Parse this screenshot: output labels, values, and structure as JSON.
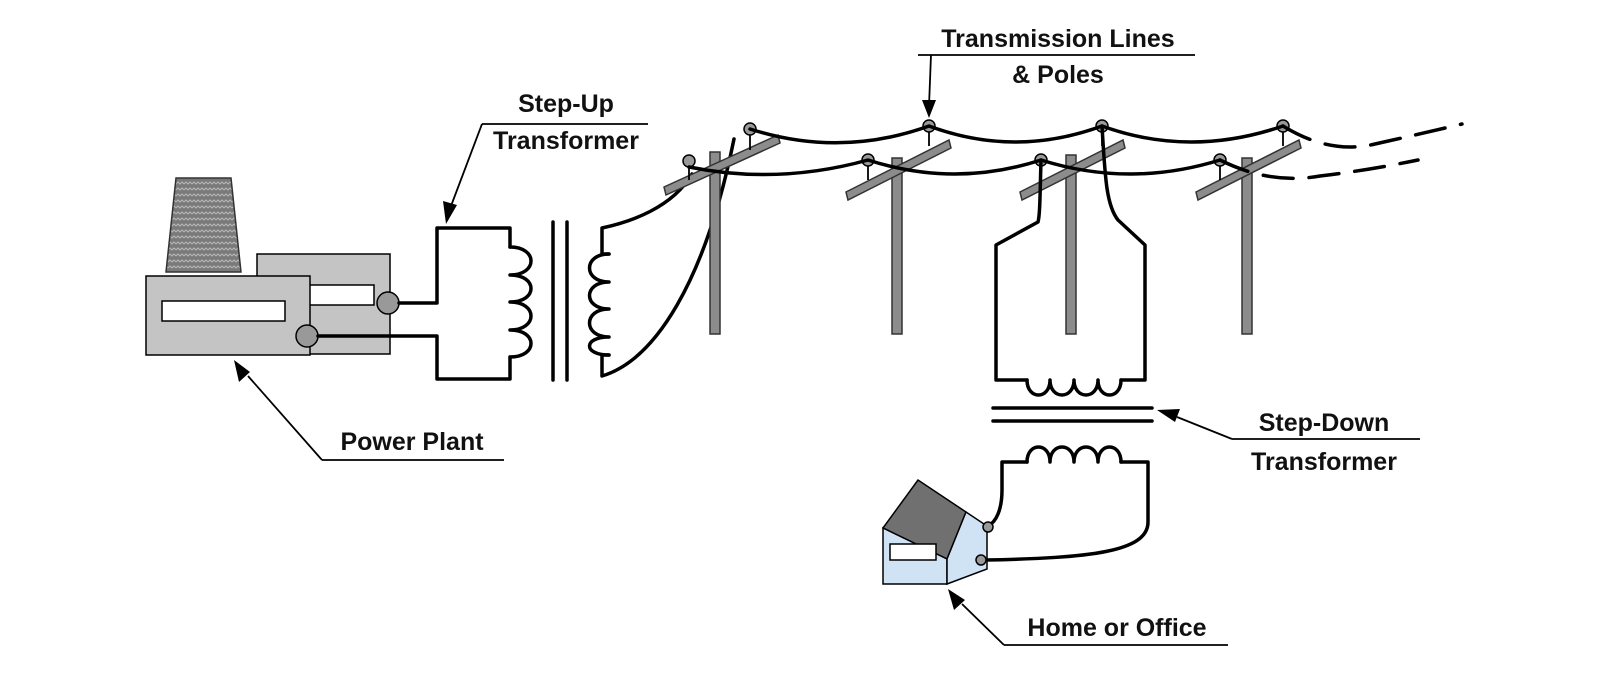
{
  "labels": {
    "transmission_line1": "Transmission Lines",
    "transmission_line2": "& Poles",
    "stepup_line1": "Step-Up",
    "stepup_line2": "Transformer",
    "stepdown_line1": "Step-Down",
    "stepdown_line2": "Transformer",
    "power_plant": "Power Plant",
    "home": "Home or Office"
  },
  "colors": {
    "plant_fill": "#c4c4c4",
    "stack_fill": "#7a7a7a",
    "pole_fill": "#8c8c8c",
    "house_fill": "#cfe3f5",
    "roof_fill": "#707070"
  }
}
